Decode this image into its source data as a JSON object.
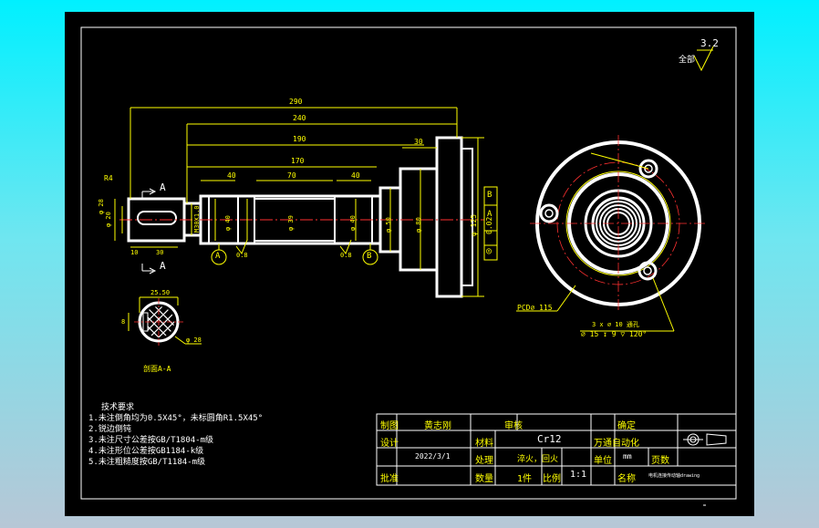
{
  "drawing": {
    "surface_roughness": {
      "prefix": "全部",
      "value": "3.2"
    },
    "dims": {
      "d290": "290",
      "d240": "240",
      "d190": "190",
      "d170": "170",
      "d30": "30",
      "d40a": "40",
      "d70": "70",
      "d40b": "40",
      "r4": "R4",
      "d10": "10",
      "d30b": "30",
      "phi28": "φ 28",
      "phi20": "φ 20",
      "m30": "M30X1.0",
      "phi40a": "φ 40",
      "phi39": "φ 39",
      "phi40b": "φ 40",
      "phi50": "φ 50",
      "phi80": "φ 80",
      "phi125": "φ 125",
      "sec_w": "25.50",
      "sec_h": "8",
      "phi28b": "φ 28",
      "pcd": "PCD⌀ 115",
      "holes": "3 x ⌀ 10 通孔",
      "hole_detail": "⌀ 15 ↧ 9 ▽ 120°",
      "rough_a": "0.8",
      "rough_b": "0.8"
    },
    "section_marks": {
      "a_top": "A",
      "a_bot": "A",
      "ref_a": "A",
      "ref_b": "B"
    },
    "tolerance": {
      "symbol": "◎",
      "value": "0.02",
      "ref1": "A",
      "ref2": "B"
    },
    "section_title": "剖面A-A"
  },
  "notes": {
    "title": "技术要求",
    "items": [
      "1.未注倒角均为0.5X45°，未标圆角R1.5X45°",
      "2.锐边倒钝",
      "3.未注尺寸公差按GB/T1804-m级",
      "4.未注形位公差按GB1184-k级",
      "5.未注粗糙度按GB/T1184-m级"
    ]
  },
  "title_block": {
    "draw_label": "制图",
    "draw_name": "黄志刚",
    "review_label": "审核",
    "stamp_label": "确定",
    "design_label": "设计",
    "material_label": "材料",
    "material": "Cr12",
    "company": "万通自动化",
    "date": "2022/3/1",
    "process_label": "处理",
    "process": "淬火，回火",
    "unit_label": "单位",
    "unit": "mm",
    "pages_label": "页数",
    "check_label": "批准",
    "qty_label": "数量",
    "qty": "1件",
    "scale_label": "比例",
    "scale": "1:1",
    "name_label": "名称",
    "name": "电机连接传动轴drawing"
  }
}
